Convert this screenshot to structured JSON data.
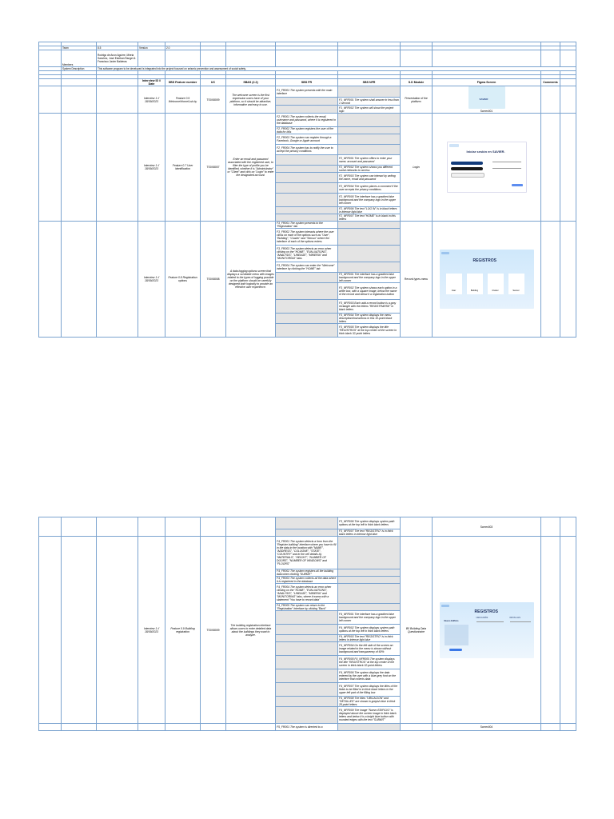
{
  "meta": {
    "team_label": "Team",
    "team_value": "8.5",
    "version_label": "Version",
    "version_value": "2.0",
    "members_label": "Members",
    "members_value": "Rodrigo de Anon Aguirre, Mireia Sanchez, José Esteban Rangel & Francisco Javier Balderas",
    "system_label": "System Description",
    "system_value": "This software program to be developed is integrated into the project focused on seismic prevention and assessment of social safety."
  },
  "headers": [
    "Interview ID // Date",
    "SBS Feature number",
    "UC",
    "SB&S (2.2)",
    "SBS FR",
    "SBS NFR",
    "S.D Module",
    "Figma Screen",
    "Comments"
  ],
  "row1": {
    "interview": "Interview 1 // 18/09/2023",
    "feature": "Feature 0.9 Welcome/Home/Lob by",
    "uc": "TS0X8009",
    "sbs": "The welcome screen is the first impression users have of your platform, so it should be attractive, informative and easy to use.",
    "fr": [
      "F1_FR001 The system presents with the main interface"
    ],
    "nfr": [
      "F1_NFR001 The system shall answer in less than 1 second",
      "F1_NFR002 The system will show the project logo"
    ],
    "module": "Presentation of the platform",
    "screen_caption": "Screen001",
    "fig_label": "SAVIER"
  },
  "row2": {
    "interview": "Interview 1 // 18/09/2023",
    "feature": "Feature 0.7 User identification",
    "uc": "TS0X8007",
    "sbs": "Enter an email and password associated with the registered user, to filter the type of profile you be identified, whether it is \"Administrator\" or \"Client\" and click on \"Login\" to enter the designated account.",
    "fr": [
      "F2_FR001 The system collects the email, username and password, where it is registered in the database",
      "F2_FR002 The system registers the user of the data for bills",
      "F2_FR003 The system can register through a Facebook, Google or Apple account",
      "F2_FR004 The system has to notify the user to accept the privacy conditions"
    ],
    "nfr": [
      "F2_NFR001 The system offers to enter your name, account and password",
      "F2_NFR002 The system shows you different social networks to access",
      "F2_NFR003 The system can interact by writing the name, email and password",
      "F2_NFR004 The system places a comment if the user accepts the privacy conditions",
      "F2_NFR005 The interface has a gradient blue background and the company logo in the upper left corner",
      "F2_NFR006 The text \"LOG IN\" is in black letters in intense light blue",
      "F2_NFR007 The text \"HOME\" is in black in this letters"
    ],
    "module": "Login",
    "screen_caption": "Screen002",
    "fig_title": "Iniciar sesión en SAVIER."
  },
  "row3": {
    "interview": "Interview 1 // 18/09/2023",
    "feature": "Feature 0.8 Registration options",
    "uc": "TS0X8008",
    "sbs": "A data logging options screen that displays a scrollable menu with images related to the types of logging possible on the platform should be carefully designed both logically to provide an effective user experience.",
    "fr": [
      "F3_FR001 The system presents to the \"Registration\" tab",
      "F3_FR002 The system interacts where the user clicks on each of the options such as \"User\", \"Building\", \"Cluster\" and \"Sensor\" where the interface of each of the options enters",
      "F3_FR003 The system detects an error when clicking on the \"HOME\", \"EVALUATIONS\", \"ANALYSIS\", \"LINEAGE\", \"MINERIA\" and \"MONITORING\" tabs",
      "F3_FR004 The system can enter the \"Welcome\" interface by clicking the \"HOME\" tab"
    ],
    "nfr": [
      "F3_NFR001 The interface has a gradient blue background and the company logo in the upper left corner",
      "F3_NFR002 The system shows each option in a white box, with a square image, below the name of the record and below it a registration button",
      "F3_NFR003 Each add a record button is a gray rectangle with the letters \"REGISTRARSE\" in black letters",
      "F3_NFR004 The system displays the menu description/instructions in this 10-point black letters",
      "F3_NFR005 The system displays the title \"REGISTROS\" at the top center of the screen in thick black 32-point letters"
    ],
    "module": "Record types menu",
    "fig_title": "REGISTROS",
    "fig_items": [
      "User",
      "Building",
      "Cluster",
      "Sensor"
    ]
  },
  "page2": {
    "top_nfr": [
      "F3_NFR006 The system displays system path options at the top left in thick black letters",
      "F3_NFR007 The text \"REGISTRO\" is in thick black letters in intense light blue"
    ],
    "top_caption": "Screen003",
    "row4": {
      "interview": "Interview 1 // 18/09/2023",
      "feature": "Feature 0.9 Building registration",
      "uc": "TS0X8009",
      "sbs": "The building registration interface allows users to enter detailed data about the buildings they want to analyze.",
      "fr": [
        "F4_FR001 The system detects a form from the \"Register building\" interface where you have to fill in the data in the location with \"NAME\", \"ADDRESS\", \"COLOGNE\", \"STATE\", \"COUNTRY\" and in the cell details by \"MATERIALS\", \"HEIGHT\", \"NUMBER OF DOORS\", \"NUMBER OF WINDOWS\" and \"FLOORS\"",
        "F4_FR002 The system registers all the building data when clicking \"SUBMIT\"",
        "F4_FR003 The system collects all the data where it is registered in the database",
        "F4_FR004 The system detects an error when clicking on the \"HOME\", \"EVALUATIONS\", \"ANALYSIS\", \"LINEAGE\", \"MINERIA\" and \"MONITORING\" tabs, where it warns with a statement \"You have to record data\"",
        "F4_FR005 The system can return to the \"Registration\" interface by clicking \"Back\""
      ],
      "nfr": [
        "F4_NFR001 The interface has a gradient blue background and the company logo in the upper left corner",
        "F4_NFR002 The system displays system path options at the top left in thick black letters",
        "F4_NFR003 The text \"REGISTRO\" is in thick letters in intense light blue",
        "F4_NFR004 On the left side of the screen an image related to the menu is shown without background and transparency of 60%",
        "F4_NFR005 F4_NFR005 The system displays the title \"REGISTROS\" at the top center of the screen in thick black 32-point letters",
        "F4_NFR006 The system displays the data entered by the user with a blue-grey font on the interface that collects data",
        "F4_NFR007 The system displays the titles of the fields to be filled in in thick black letters in the upper left part of the filling box",
        "F4_NFR008 The titles \"UBICACIÓN\" and \"DETALLES\" are shown in grayish blue in thick 28-point letters",
        "F4_NFR009 The image \"Nuevo EDIFICIO\" is displayed above the screen image in thick black letters and below it is a bright blue button with rounded edges with the text \"SUBMIT\""
      ],
      "module": "B0 Building Data Questionnaire",
      "screen_caption": "Screen004",
      "fig_title": "REGISTROS",
      "fig_sub1": "UBICACIÓN",
      "fig_sub2": "DETALLES",
      "fig_left": "Nuevo Edificio"
    },
    "bottom_fr": "F5_FR001 The system is directed to a"
  },
  "colors": {
    "border": "#7ba3cf",
    "shade": "#e4e4e4",
    "fig_blue": "#cfe8fb",
    "accent": "#2b6fd6"
  }
}
